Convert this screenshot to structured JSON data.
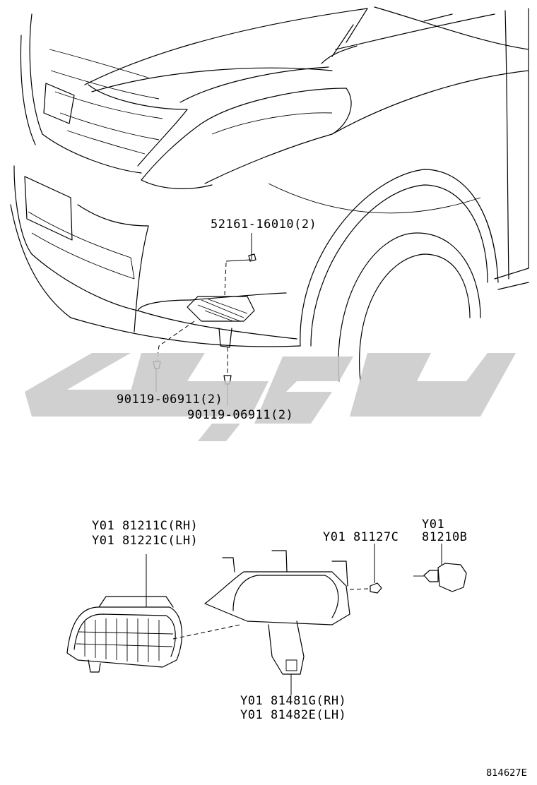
{
  "watermark": {
    "color": "#c8c8c8"
  },
  "top_callouts": {
    "bracket_bolt": "52161-16010(2)",
    "screw_left": "90119-06911(2)",
    "screw_right": "90119-06911(2)"
  },
  "bottom_callouts": {
    "fog_lamp_rh": "Y01 81211C(RH)",
    "fog_lamp_lh": "Y01 81221C(LH)",
    "nut": "Y01 81127C",
    "bulb_line1": "Y01",
    "bulb_line2": "81210B",
    "cover_rh": "Y01 81481G(RH)",
    "cover_lh": "Y01 81482E(LH)"
  },
  "figure_number": "814627E"
}
